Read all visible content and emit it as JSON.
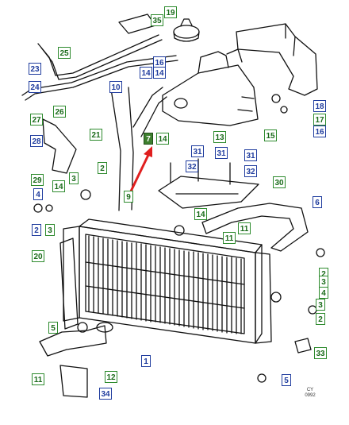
{
  "callouts": [
    {
      "id": "c35",
      "text": "35",
      "style": "green"
    },
    {
      "id": "c19",
      "text": "19",
      "style": "green"
    },
    {
      "id": "c25",
      "text": "25",
      "style": "green"
    },
    {
      "id": "c23",
      "text": "23",
      "style": "blue"
    },
    {
      "id": "c16a",
      "text": "16",
      "style": "blue"
    },
    {
      "id": "c14a",
      "text": "14",
      "style": "blue"
    },
    {
      "id": "c14b",
      "text": "14",
      "style": "blue"
    },
    {
      "id": "c24",
      "text": "24",
      "style": "blue"
    },
    {
      "id": "c10",
      "text": "10",
      "style": "blue"
    },
    {
      "id": "c26",
      "text": "26",
      "style": "green"
    },
    {
      "id": "c18",
      "text": "18",
      "style": "blue"
    },
    {
      "id": "c17",
      "text": "17",
      "style": "green"
    },
    {
      "id": "c16b",
      "text": "16",
      "style": "blue"
    },
    {
      "id": "c27",
      "text": "27",
      "style": "green"
    },
    {
      "id": "c28",
      "text": "28",
      "style": "blue"
    },
    {
      "id": "c15",
      "text": "15",
      "style": "green"
    },
    {
      "id": "c21",
      "text": "21",
      "style": "green"
    },
    {
      "id": "c7",
      "text": "7",
      "style": "filled"
    },
    {
      "id": "c14c",
      "text": "14",
      "style": "green"
    },
    {
      "id": "c13",
      "text": "13",
      "style": "green"
    },
    {
      "id": "c31a",
      "text": "31",
      "style": "blue"
    },
    {
      "id": "c31b",
      "text": "31",
      "style": "blue"
    },
    {
      "id": "c31c",
      "text": "31",
      "style": "blue"
    },
    {
      "id": "c32a",
      "text": "32",
      "style": "blue"
    },
    {
      "id": "c32b",
      "text": "32",
      "style": "blue"
    },
    {
      "id": "c29",
      "text": "29",
      "style": "green"
    },
    {
      "id": "c3a",
      "text": "3",
      "style": "green"
    },
    {
      "id": "c2a",
      "text": "2",
      "style": "green"
    },
    {
      "id": "c14d",
      "text": "14",
      "style": "green"
    },
    {
      "id": "c30",
      "text": "30",
      "style": "green"
    },
    {
      "id": "c4a",
      "text": "4",
      "style": "blue"
    },
    {
      "id": "c9",
      "text": "9",
      "style": "green"
    },
    {
      "id": "c6",
      "text": "6",
      "style": "blue"
    },
    {
      "id": "c2b",
      "text": "2",
      "style": "blue"
    },
    {
      "id": "c3b",
      "text": "3",
      "style": "green"
    },
    {
      "id": "c14e",
      "text": "14",
      "style": "green"
    },
    {
      "id": "c11a",
      "text": "11",
      "style": "green"
    },
    {
      "id": "c11b",
      "text": "11",
      "style": "green"
    },
    {
      "id": "c20",
      "text": "20",
      "style": "green"
    },
    {
      "id": "c2c",
      "text": "2",
      "style": "green"
    },
    {
      "id": "c3c",
      "text": "3",
      "style": "green"
    },
    {
      "id": "c4b",
      "text": "4",
      "style": "green"
    },
    {
      "id": "c3d",
      "text": "3",
      "style": "green"
    },
    {
      "id": "c2d",
      "text": "2",
      "style": "green"
    },
    {
      "id": "c5a",
      "text": "5",
      "style": "green"
    },
    {
      "id": "c12",
      "text": "12",
      "style": "green"
    },
    {
      "id": "c1",
      "text": "1",
      "style": "blue"
    },
    {
      "id": "c33",
      "text": "33",
      "style": "green"
    },
    {
      "id": "c11c",
      "text": "11",
      "style": "green"
    },
    {
      "id": "c5b",
      "text": "5",
      "style": "blue"
    },
    {
      "id": "c34",
      "text": "34",
      "style": "blue"
    }
  ],
  "drawing_code": "CY\n0992",
  "highlight_color": "#e01f1f"
}
